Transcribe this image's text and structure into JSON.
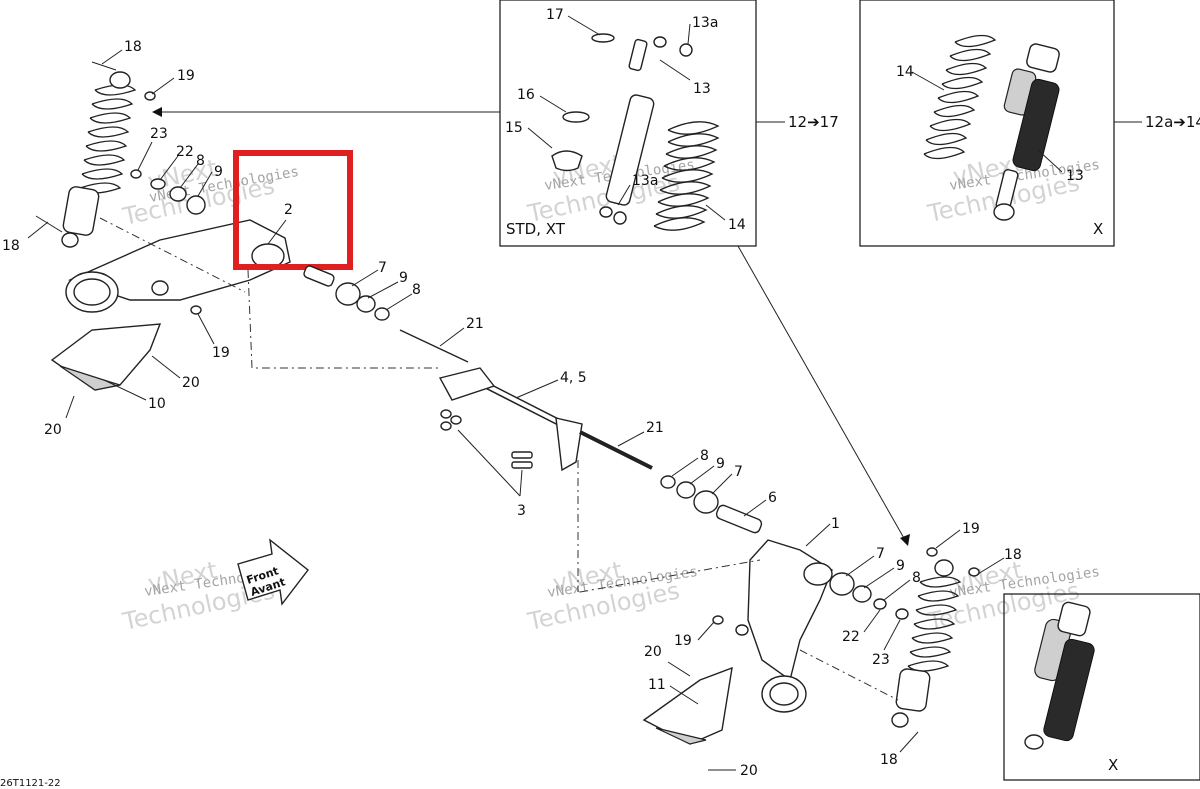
{
  "drawing": {
    "code": "26T1121-22",
    "front_label_line1": "Front",
    "front_label_line2": "Avant",
    "watermark_line1": "vNext",
    "watermark_line2": "Technologies",
    "watermark_mono": "vNext Technologies"
  },
  "insets": {
    "std_label": "STD, XT",
    "std_ref": "12➔17",
    "x_label": "X",
    "x_ref": "12a➔14",
    "small_x_label": "X"
  },
  "callouts": {
    "c18a": "18",
    "c19a": "19",
    "c23a": "23",
    "c22a": "22",
    "c8a": "8",
    "c9a": "9",
    "c2": "2",
    "c18b": "18",
    "c19b": "19",
    "c20a": "20",
    "c10": "10",
    "c20b": "20",
    "c7a": "7",
    "c9b": "9",
    "c8b": "8",
    "c21a": "21",
    "c45": "4, 5",
    "c3": "3",
    "c21b": "21",
    "c8c": "8",
    "c9c": "9",
    "c7b": "7",
    "c6": "6",
    "c1": "1",
    "c7c": "7",
    "c9d": "9",
    "c8d": "8",
    "c22b": "22",
    "c23b": "23",
    "c19c": "19",
    "c18c": "18",
    "c19d": "19",
    "c20c": "20",
    "c11": "11",
    "c20d": "20",
    "c18d": "18",
    "c17": "17",
    "c13a1": "13a",
    "c13": "13",
    "c16": "16",
    "c15": "15",
    "c13a2": "13a",
    "c14": "14",
    "c14x": "14",
    "c13x": "13"
  },
  "highlight": {
    "color": "#e02020"
  }
}
